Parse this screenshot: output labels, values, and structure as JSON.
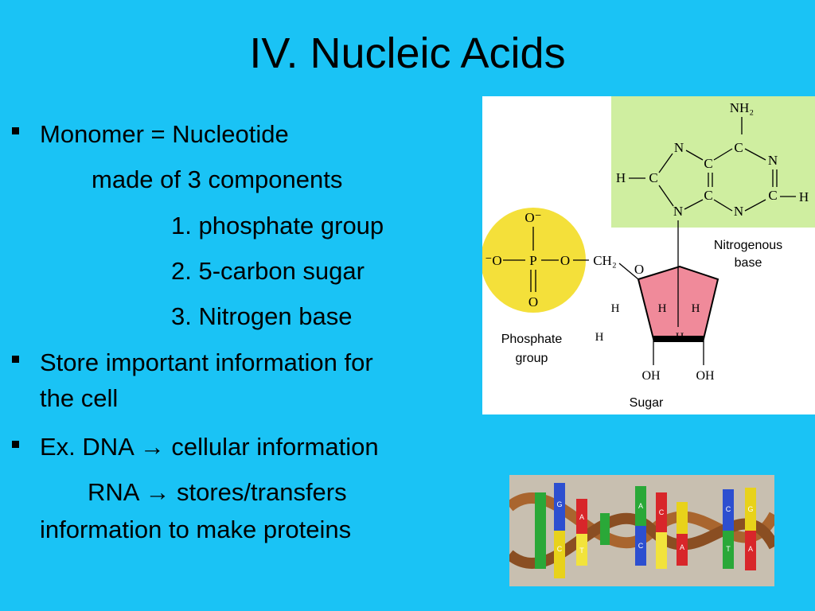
{
  "slide": {
    "title": "IV. Nucleic Acids",
    "bullets": [
      {
        "text": "Monomer = Nucleotide"
      },
      {
        "text": "Store important information for"
      },
      {
        "text": "Ex. DNA"
      }
    ],
    "lines": {
      "made_of": "made of 3 components",
      "comp1": "1. phosphate group",
      "comp2": "2. 5-carbon sugar",
      "comp3": "3. Nitrogen base",
      "store_cont": "the cell",
      "dna_arrow": "→",
      "dna_rest": "cellular information",
      "rna_label": "RNA",
      "rna_arrow": "→",
      "rna_rest": "stores/transfers",
      "rna_cont": "information to make proteins"
    }
  },
  "diagram": {
    "phosphate_label_1": "Phosphate",
    "phosphate_label_2": "group",
    "nitrogenous_label_1": "Nitrogenous",
    "nitrogenous_label_2": "base",
    "sugar_label": "Sugar",
    "atoms": {
      "nh2": "NH₂",
      "o_minus": "O⁻",
      "minus_o": "⁻O",
      "p": "P",
      "o": "O",
      "ch2": "CH₂",
      "n": "N",
      "c": "C",
      "h": "H",
      "oh": "OH"
    },
    "colors": {
      "phosphate": "#f4e03a",
      "base": "#cfeea0",
      "sugar": "#f08a9a"
    }
  },
  "helix_model": {
    "letters": [
      "G",
      "C",
      "A",
      "T",
      "A",
      "C",
      "C",
      "A",
      "C",
      "T",
      "G",
      "A"
    ]
  }
}
